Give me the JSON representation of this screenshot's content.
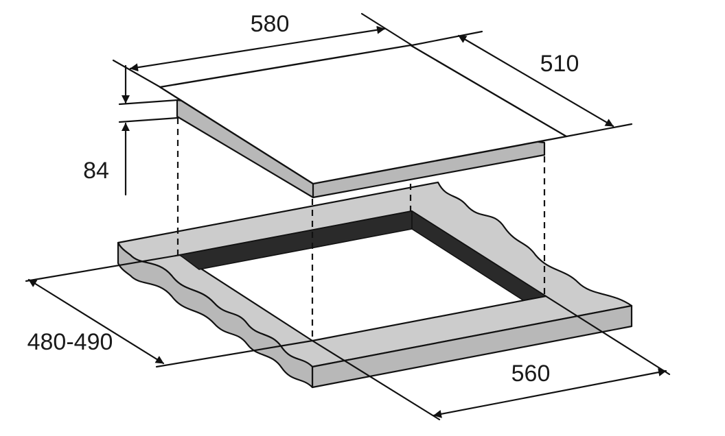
{
  "dimensions": {
    "width": "580",
    "depth": "510",
    "height": "84",
    "cutout_depth": "480-490",
    "cutout_width": "560"
  },
  "colors": {
    "countertop_fill": "#cccccc",
    "edge_fill": "#b8b8b8",
    "cutout_wall": "#2a2a2a",
    "line": "#111111",
    "background": "#ffffff"
  }
}
